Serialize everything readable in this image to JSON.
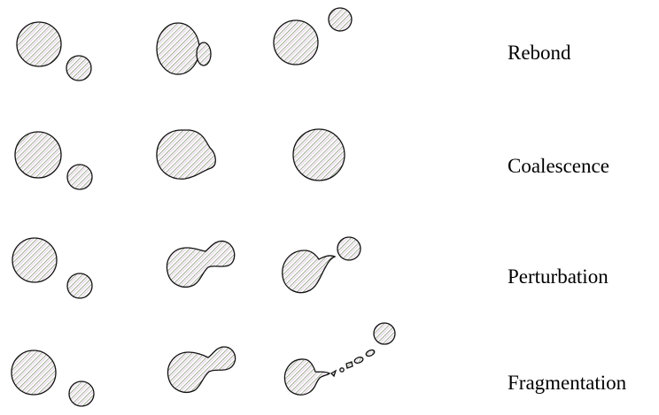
{
  "rows": [
    {
      "label": "Rebond"
    },
    {
      "label": "Coalescence"
    },
    {
      "label": "Perturbation"
    },
    {
      "label": "Fragmentation"
    }
  ],
  "colors": {
    "outline": "#111111",
    "hatch_primary": "#7a8a6a",
    "hatch_secondary": "#b07ab0",
    "background": "#ffffff"
  }
}
